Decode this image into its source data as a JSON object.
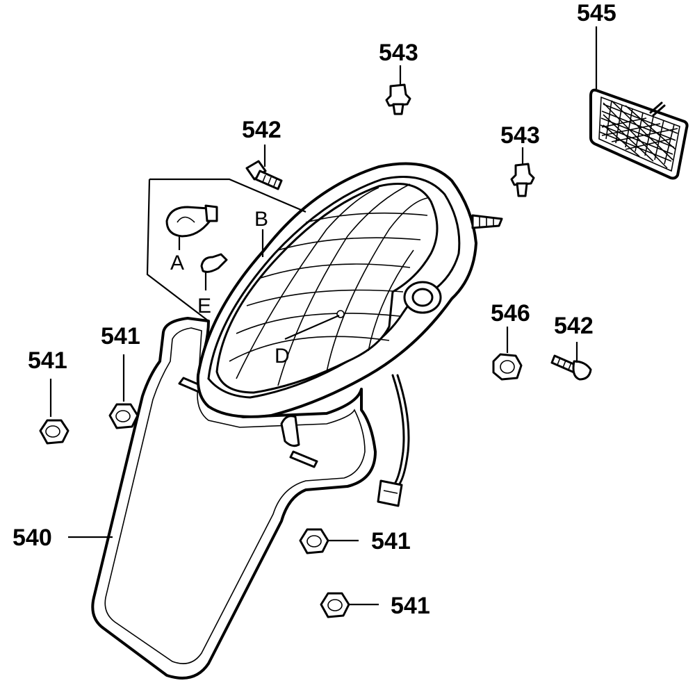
{
  "callouts": {
    "p540": "540",
    "p541a": "541",
    "p541b": "541",
    "p541c": "541",
    "p541d": "541",
    "p542a": "542",
    "p542b": "542",
    "p543a": "543",
    "p543b": "543",
    "p545": "545",
    "p546": "546"
  },
  "letters": {
    "a": "A",
    "b": "B",
    "d": "D",
    "e": "E"
  }
}
